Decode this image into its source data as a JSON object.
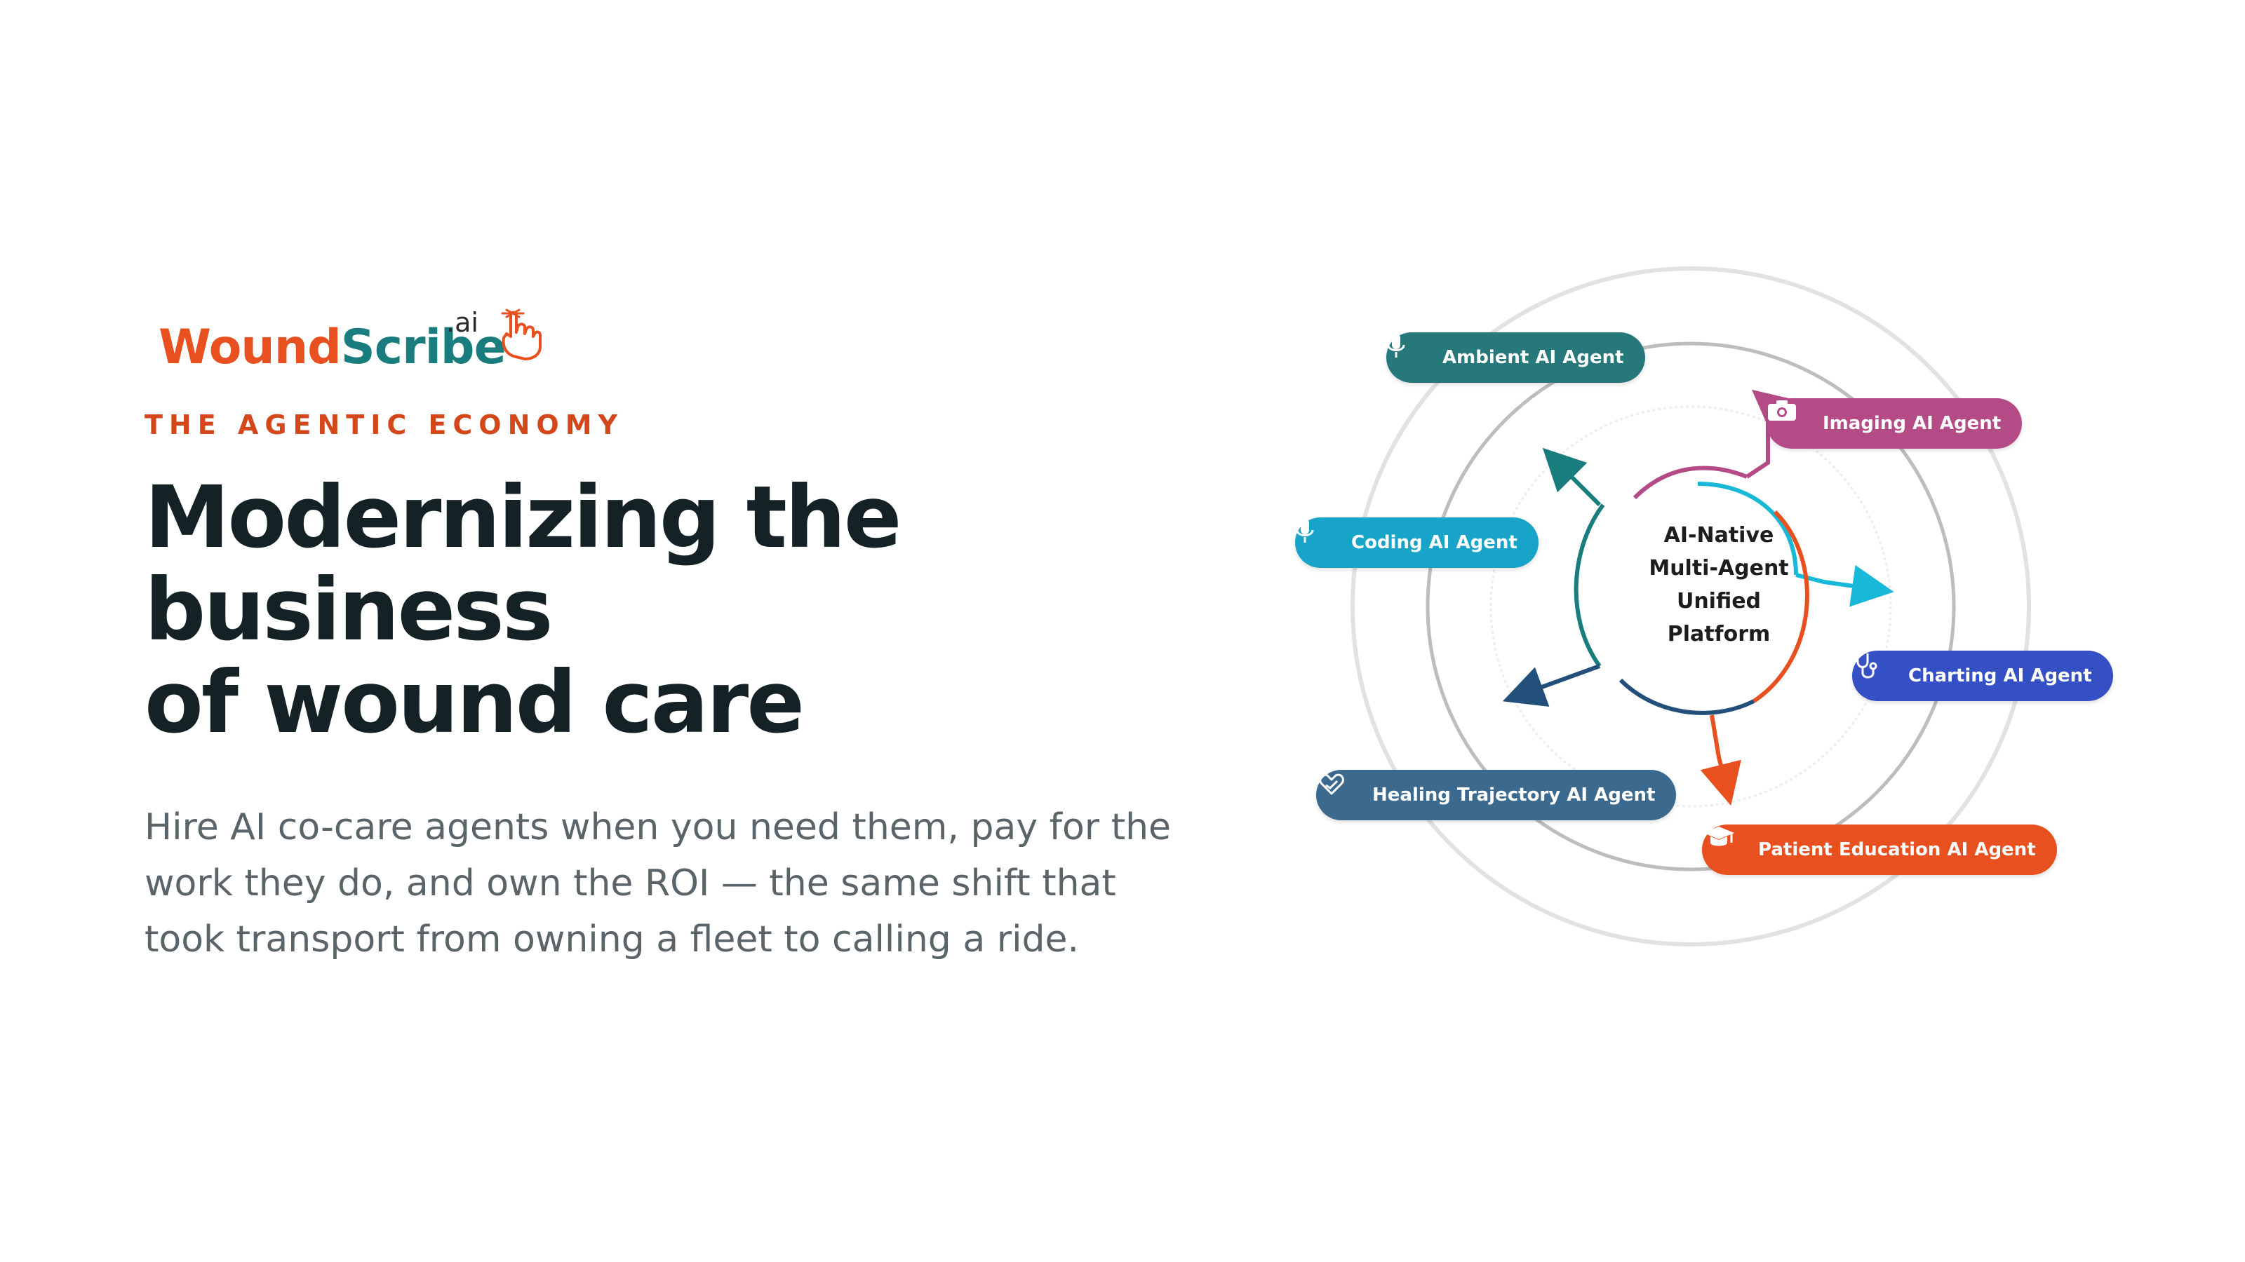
{
  "brand": {
    "wound": "Wound",
    "scribe": "Scribe",
    "ai_suffix": ".ai",
    "icon": "pointing-hand-icon",
    "colors": {
      "wound": "#e8501f",
      "scribe": "#1a7d7d"
    }
  },
  "hero": {
    "eyebrow": "THE AGENTIC ECONOMY",
    "headline_line1": "Modernizing the business",
    "headline_line2": "of wound care",
    "subhead_line1": "Hire AI co-care agents when you need them, pay for the",
    "subhead_line2": "work they do, and own the ROI — the same shift that",
    "subhead_line3": "took transport from owning a fleet to calling a ride."
  },
  "diagram": {
    "center_line1": "AI-Native",
    "center_line2": "Multi-Agent",
    "center_line3": "Unified",
    "center_line4": "Platform",
    "agents": [
      {
        "label": "Ambient AI Agent",
        "icon": "microphone-icon",
        "color": "#27787a"
      },
      {
        "label": "Imaging AI Agent",
        "icon": "camera-icon",
        "color": "#b44a86"
      },
      {
        "label": "Coding AI Agent",
        "icon": "microphone-icon",
        "color": "#18a4c8"
      },
      {
        "label": "Charting AI Agent",
        "icon": "stethoscope-icon",
        "color": "#3450c4"
      },
      {
        "label": "Healing Trajectory AI Agent",
        "icon": "heart-hands-icon",
        "color": "#3c6a8f"
      },
      {
        "label": "Patient Education AI Agent",
        "icon": "graduation-cap-icon",
        "color": "#e8501f"
      }
    ]
  }
}
